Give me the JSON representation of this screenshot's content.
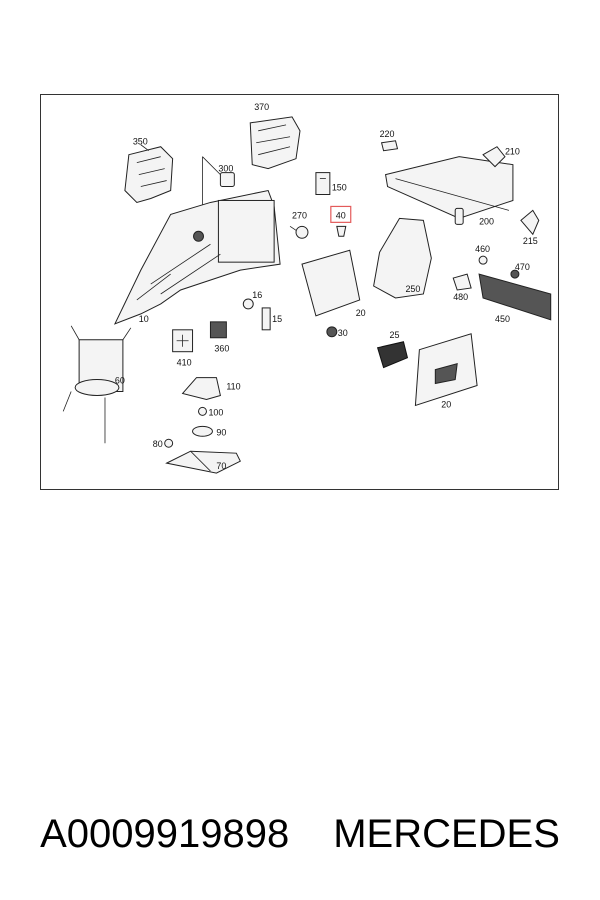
{
  "diagram": {
    "callouts": [
      "350",
      "370",
      "300",
      "150",
      "220",
      "210",
      "270",
      "40",
      "200",
      "215",
      "460",
      "470",
      "250",
      "480",
      "450",
      "16",
      "15",
      "20",
      "30",
      "25",
      "410",
      "360",
      "10",
      "60",
      "110",
      "100",
      "90",
      "80",
      "70"
    ],
    "highlighted": "40",
    "highlight_color": "#e35a5a"
  },
  "footer": {
    "part_number": "A0009919898",
    "brand": "MERCEDES"
  }
}
